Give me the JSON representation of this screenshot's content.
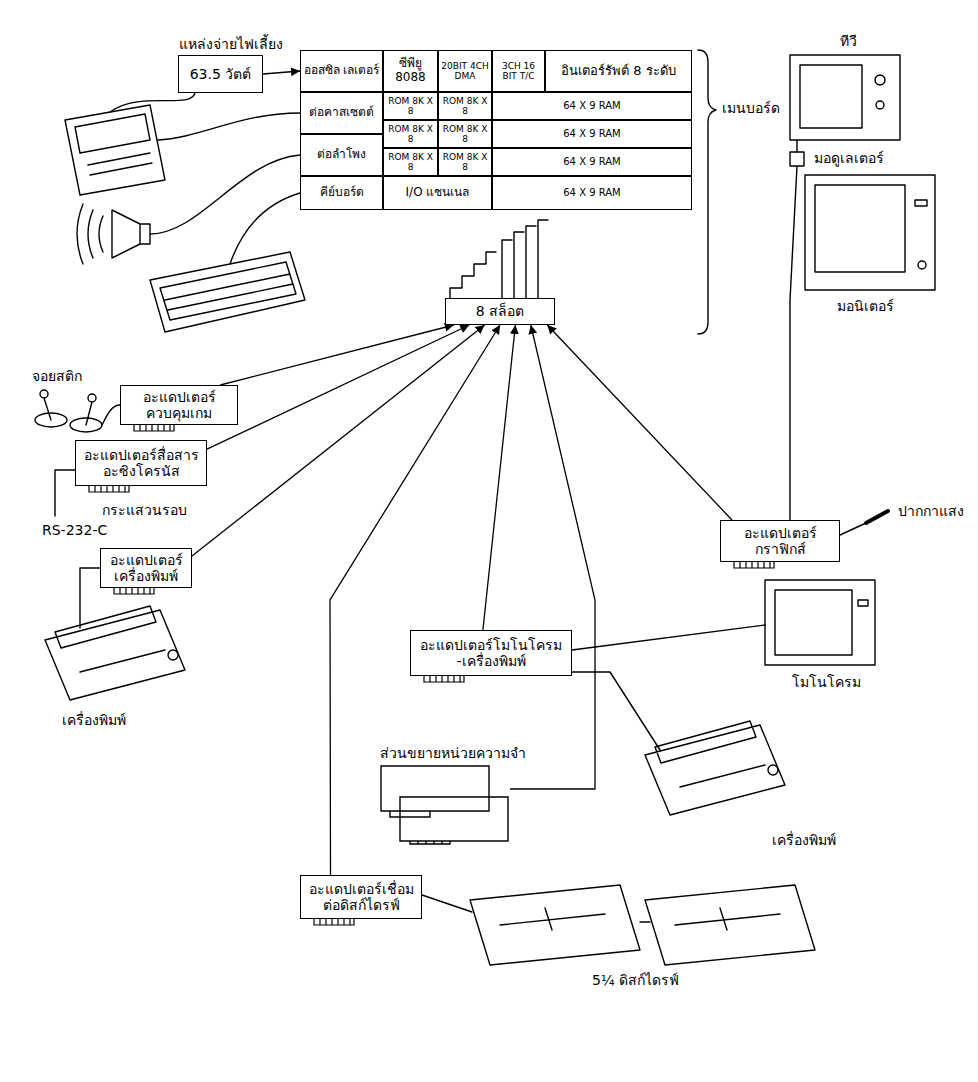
{
  "diagram": {
    "nodes": [
      {
        "text": [
          "แหล่งจ่ายไฟเลี้ยง",
          "63.5 วัตต์"
        ]
      },
      {
        "text": [
          "ออสซิล เลเตอร์"
        ]
      },
      {
        "text": [
          "ซีพียู 8088"
        ]
      },
      {
        "text": [
          "20BIT 4CH DMA"
        ]
      },
      {
        "text": [
          "3CH 16 BIT T/C"
        ]
      },
      {
        "text": [
          "อินเตอร์รัพต์ 8 ระดับ"
        ]
      },
      {
        "text": [
          "ต่อคาสเซตต์"
        ]
      },
      {
        "text": [
          "ROM 8K X 8"
        ]
      },
      {
        "text": [
          "ROM 8K X 8"
        ]
      },
      {
        "text": [
          "64 X 9 RAM"
        ]
      },
      {
        "text": [
          "ROM 8K X 8"
        ]
      },
      {
        "text": [
          "ROM 8K X 8"
        ]
      },
      {
        "text": [
          "64 X 9 RAM"
        ]
      },
      {
        "text": [
          "ต่อลำโพง"
        ]
      },
      {
        "text": [
          "ROM 8K X 8"
        ]
      },
      {
        "text": [
          "ROM 8K X 8"
        ]
      },
      {
        "text": [
          "64 X 9 RAM"
        ]
      },
      {
        "text": [
          "คีย์บอร์ด"
        ]
      },
      {
        "text": [
          "I/O แชนเนล"
        ]
      },
      {
        "text": [
          "64 X 9 RAM"
        ]
      },
      {
        "text": [
          "8 สล็อต"
        ]
      },
      {
        "text": [
          "อะแดปเตอร์ ควบคุมเกม"
        ]
      },
      {
        "text": [
          "อะแดปเตอร์ กราฟิกส์"
        ]
      },
      {
        "text": [
          "อะแดปเตอร์สื่อสาร อะซิงโครนัส"
        ]
      },
      {
        "text": [
          "อะแดปเตอร์ เครื่องพิมพ์"
        ]
      },
      {
        "text": [
          "อะแดปเตอร์โมโนโครม -เครื่องพิมพ์"
        ]
      },
      {
        "text": [
          "ส่วนขยายหน่วยความจำ"
        ]
      },
      {
        "text": [
          "อะแดปเตอร์เชื่อม ต่อดิสก์ไดรฟ์"
        ]
      }
    ],
    "edges": [
      {
        "from": 0,
        "to": 1,
        "arrow": "to"
      },
      {
        "from": 21,
        "to": 20,
        "arrow": "to"
      },
      {
        "from": 22,
        "to": 20,
        "arrow": "to"
      },
      {
        "from": 23,
        "to": 20,
        "arrow": "to"
      },
      {
        "from": 24,
        "to": 20,
        "arrow": "to"
      },
      {
        "from": 25,
        "to": 20,
        "arrow": "to"
      },
      {
        "from": 26,
        "to": 20,
        "arrow": "to"
      },
      {
        "from": 27,
        "to": 20,
        "arrow": "to"
      }
    ],
    "labels": [
      "เมนบอร์ด",
      "ทีวี",
      "มอดูเลเตอร์",
      "มอนิเตอร์",
      "จอยสติก",
      "ปากกาแสง",
      "กระแสวนรอบ",
      "RS-232-C",
      "เครื่องพิมพ์",
      "โมโนโครม",
      "เครื่องพิมพ์",
      "5¼ ดิสก์ไดรฟ์"
    ]
  }
}
